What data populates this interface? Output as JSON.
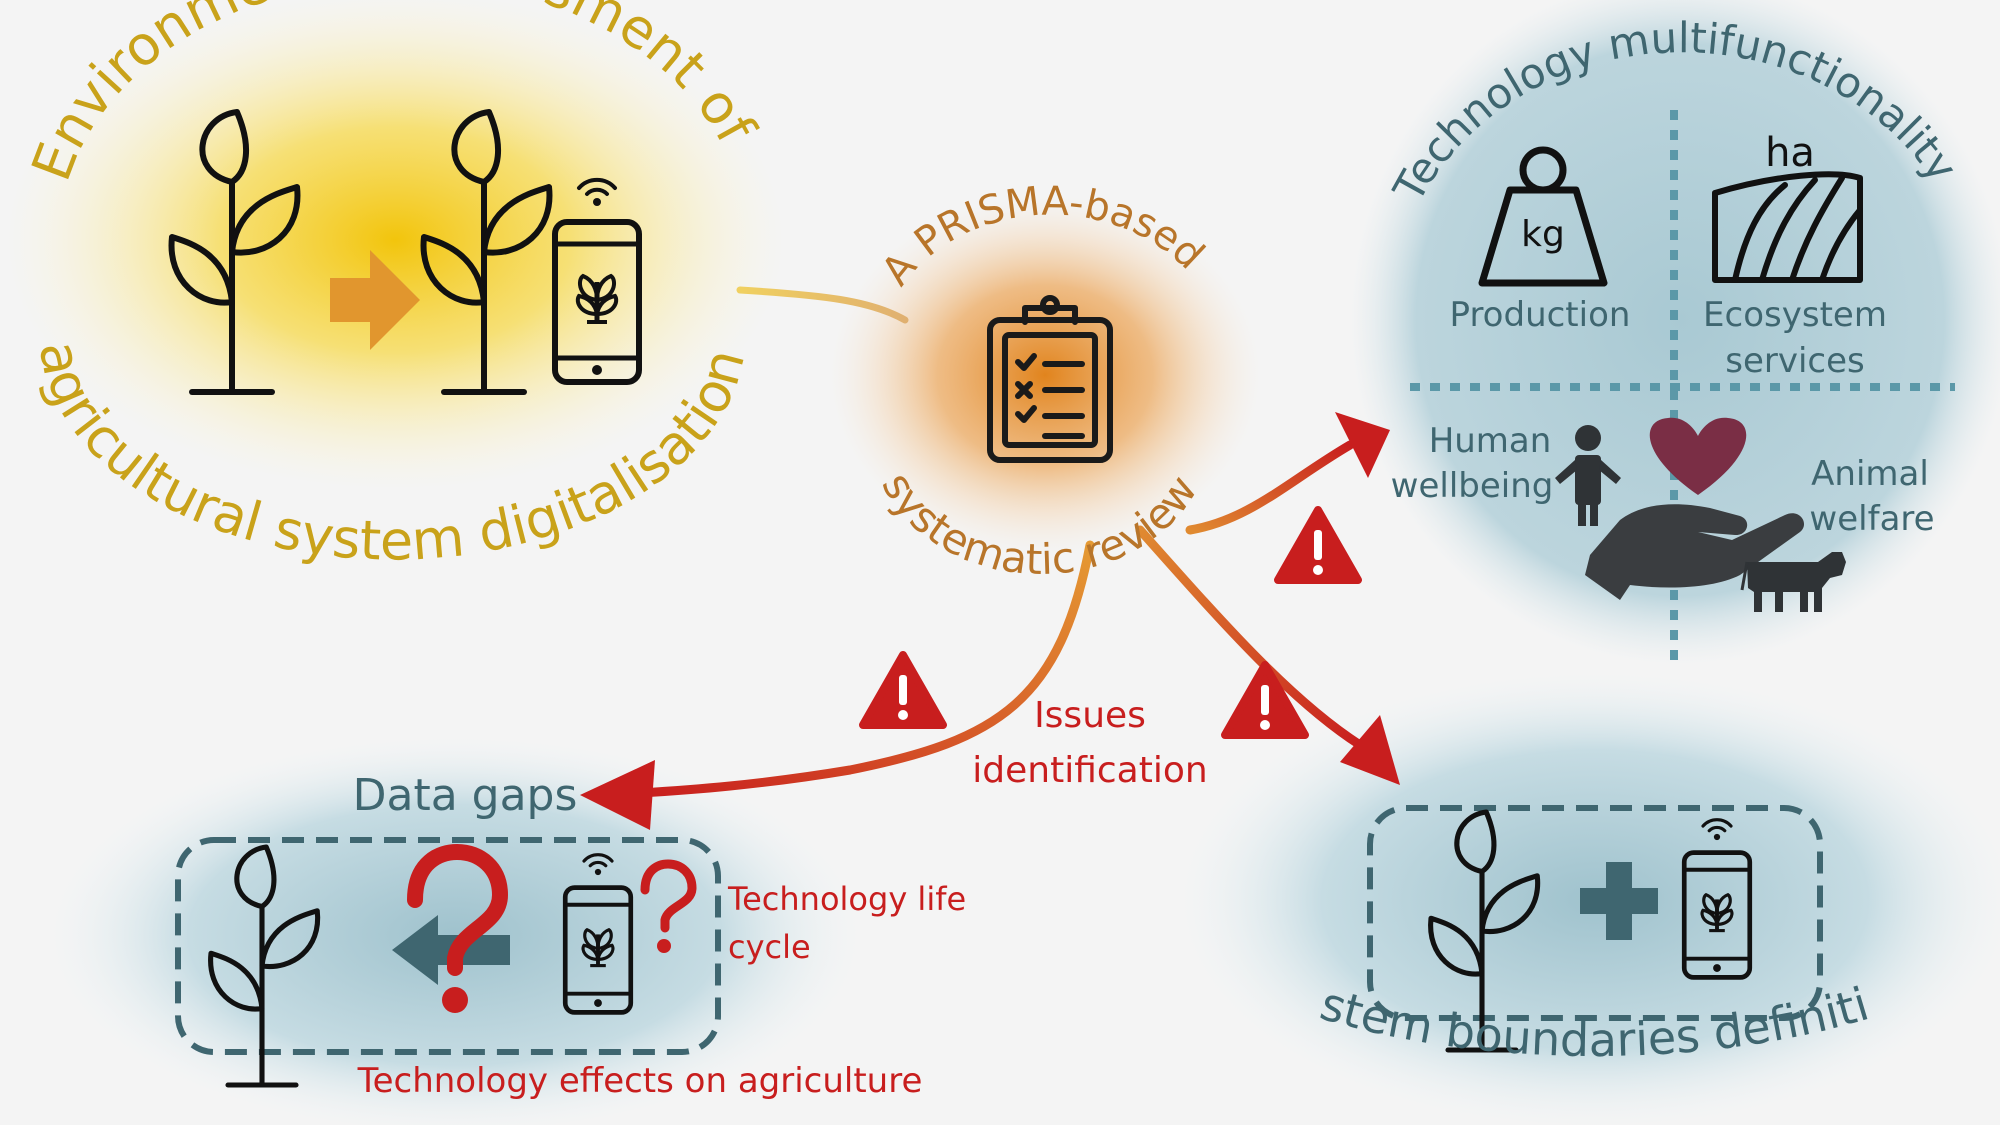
{
  "theme": {
    "yellow": "#d9b01a",
    "orange": "#d88a2a",
    "red": "#c81e1e",
    "teal_bg": "#b9d3dc",
    "teal_dark": "#3f6670",
    "teal_dot": "#5b98a8",
    "heart": "#7a2e45",
    "icon_dark": "#2f3336"
  },
  "top_left": {
    "title_top": "Environmental assessment of",
    "title_bottom": "agricultural system digitalisation",
    "icons": [
      "plant-icon",
      "arrow-right-icon",
      "plant-icon",
      "smartphone-icon"
    ]
  },
  "center": {
    "title_top": "A PRISMA-based",
    "title_bottom": "systematic review",
    "icon": "clipboard-checklist-icon"
  },
  "arrows": {
    "issues_label_line1": "Issues",
    "issues_label_line2": "identification",
    "warning_icon": "warning-icon"
  },
  "top_right": {
    "title": "Technology multifunctionality",
    "production_unit": "kg",
    "production_label": "Production",
    "ecosystem_unit": "ha",
    "ecosystem_label_line1": "Ecosystem",
    "ecosystem_label_line2": "services",
    "human_label_line1": "Human",
    "human_label_line2": "wellbeing",
    "animal_label_line1": "Animal",
    "animal_label_line2": "welfare"
  },
  "bottom_left": {
    "title": "Data gaps",
    "life_cycle_line1": "Technology life",
    "life_cycle_line2": "cycle",
    "effects_label": "Technology effects on agriculture"
  },
  "bottom_right": {
    "title": "System boundaries definition"
  }
}
